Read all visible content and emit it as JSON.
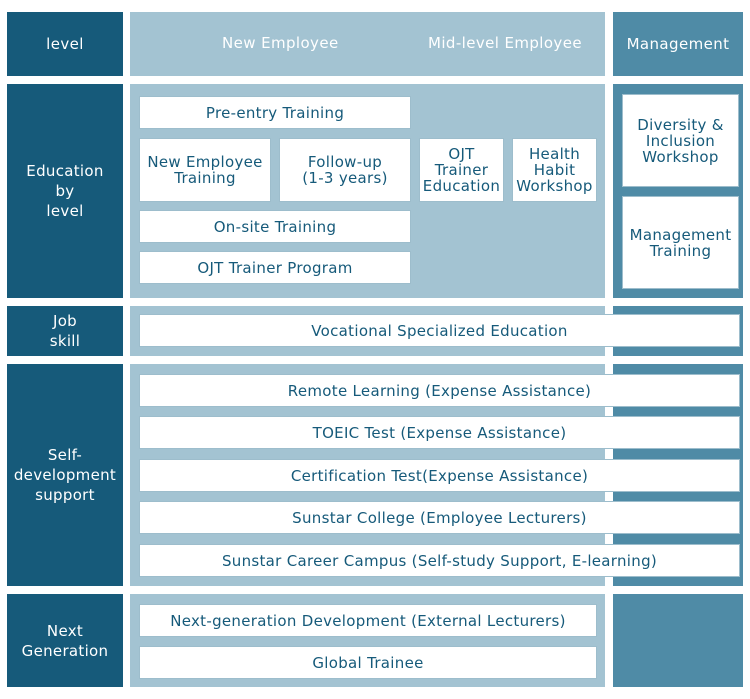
{
  "header": {
    "level": "level",
    "new_employee": "New Employee",
    "mid_level_employee": "Mid-level Employee",
    "management": "Management"
  },
  "rows": {
    "education_by_level": "Education\nby\nlevel",
    "job_skill": "Job\nskill",
    "self_development": "Self-\ndevelopment\nsupport",
    "next_generation": "Next\nGeneration"
  },
  "education": {
    "pre_entry": "Pre-entry Training",
    "new_employee_training": "New Employee\nTraining",
    "follow_up": "Follow-up\n(1-3 years)",
    "ojt_trainer_education": "OJT\nTrainer\nEducation",
    "health_habit": "Health\nHabit\nWorkshop",
    "on_site": "On-site Training",
    "ojt_trainer_program": "OJT Trainer Program",
    "diversity": "Diversity &\nInclusion\nWorkshop",
    "management_training": "Management\nTraining"
  },
  "job_skill": {
    "vocational": "Vocational Specialized Education"
  },
  "self_development": {
    "remote_learning": "Remote Learning (Expense Assistance)",
    "toeic": "TOEIC Test (Expense Assistance)",
    "certification": "Certification Test(Expense Assistance)",
    "sunstar_college": "Sunstar College (Employee Lecturers)",
    "career_campus": "Sunstar Career Campus (Self-study Support, E-learning)"
  },
  "next_generation": {
    "next_gen_development": "Next-generation Development (External Lecturers)",
    "global_trainee": "Global Trainee"
  }
}
